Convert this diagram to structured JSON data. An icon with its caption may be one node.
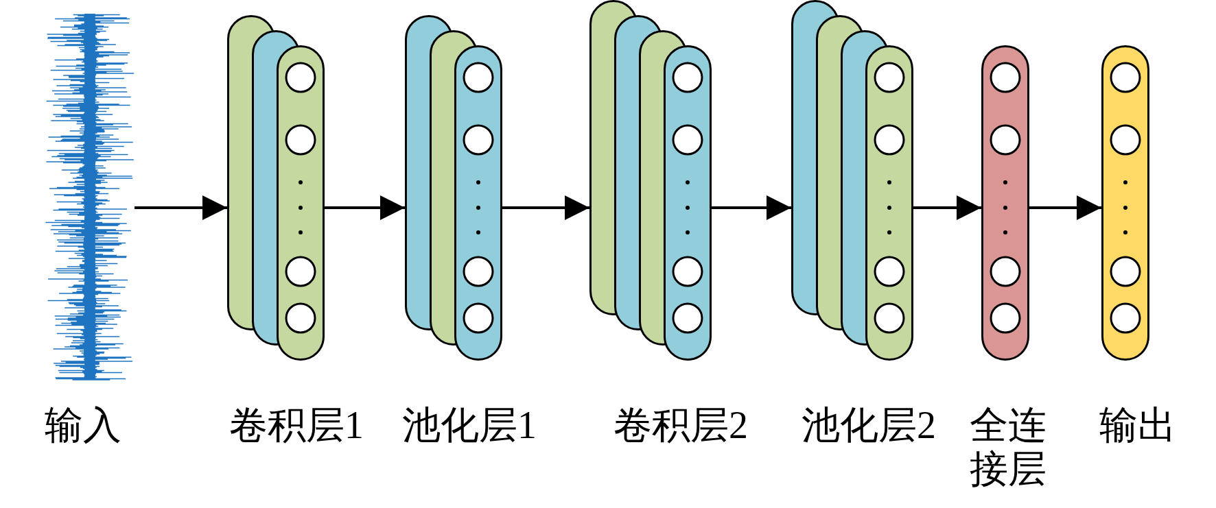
{
  "diagram": {
    "nodes": [
      {
        "text": [],
        "shape": "picture",
        "beside": [
          "输入"
        ]
      },
      {
        "text": [],
        "shape": "picture",
        "beside": [
          "卷积层1"
        ]
      },
      {
        "text": [],
        "shape": "picture",
        "beside": [
          "池化层1"
        ]
      },
      {
        "text": [],
        "shape": "picture",
        "beside": [
          "卷积层2"
        ]
      },
      {
        "text": [],
        "shape": "picture",
        "beside": [
          "池化层2"
        ]
      },
      {
        "text": [],
        "shape": "picture",
        "beside": [
          "全连接层"
        ]
      },
      {
        "text": [],
        "shape": "picture",
        "beside": [
          "输出"
        ]
      }
    ],
    "edges": [
      {
        "from": 0,
        "to": 1,
        "arrow": "to"
      },
      {
        "from": 1,
        "to": 2,
        "arrow": "to"
      },
      {
        "from": 2,
        "to": 3,
        "arrow": "to"
      },
      {
        "from": 3,
        "to": 4,
        "arrow": "to"
      },
      {
        "from": 4,
        "to": 5,
        "arrow": "to"
      },
      {
        "from": 5,
        "to": 6,
        "arrow": "to"
      }
    ]
  }
}
